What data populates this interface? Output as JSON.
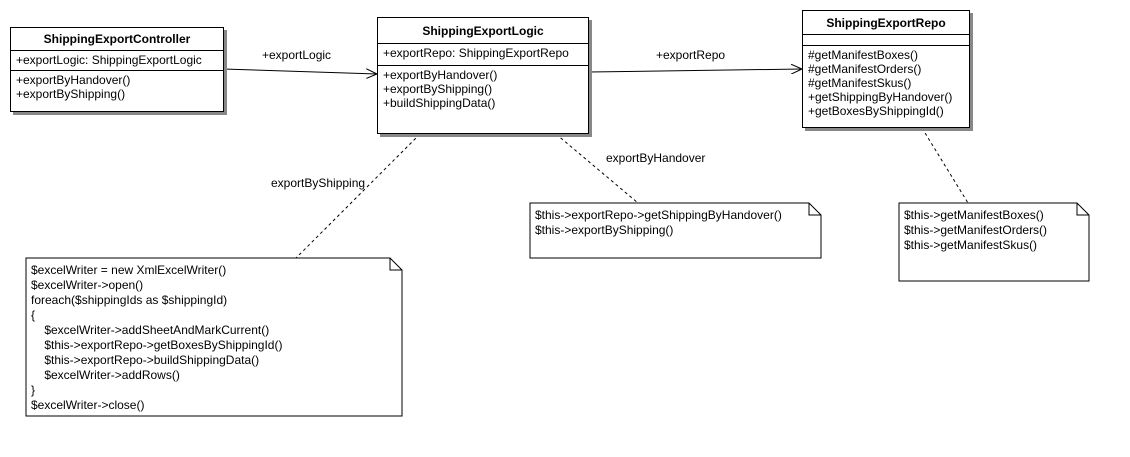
{
  "classes": {
    "controller": {
      "name": "ShippingExportController",
      "attributes": [
        "+exportLogic: ShippingExportLogic"
      ],
      "operations": [
        "+exportByHandover()",
        "+exportByShipping()"
      ]
    },
    "logic": {
      "name": "ShippingExportLogic",
      "attributes": [
        "+exportRepo: ShippingExportRepo"
      ],
      "operations": [
        "+exportByHandover()",
        "+exportByShipping()",
        "+buildShippingData()"
      ]
    },
    "repo": {
      "name": "ShippingExportRepo",
      "attributes": [],
      "operations": [
        "#getManifestBoxes()",
        "#getManifestOrders()",
        "#getManifestSkus()",
        "+getShippingByHandover()",
        "+getBoxesByShippingId()"
      ]
    }
  },
  "associations": {
    "controller_to_logic": "+exportLogic",
    "logic_to_repo": "+exportRepo"
  },
  "notes": {
    "export_by_shipping": {
      "label": "exportByShipping",
      "lines": [
        "$excelWriter = new XmlExcelWriter()",
        "$excelWriter->open()",
        "foreach($shippingIds as $shippingId)",
        "{",
        "    $excelWriter->addSheetAndMarkCurrent()",
        "    $this->exportRepo->getBoxesByShippingId()",
        "    $this->exportRepo->buildShippingData()",
        "    $excelWriter->addRows()",
        "}",
        "$excelWriter->close()"
      ]
    },
    "export_by_handover": {
      "label": "exportByHandover",
      "lines": [
        "$this->exportRepo->getShippingByHandover()",
        "$this->exportByShipping()"
      ]
    },
    "repo_note": {
      "lines": [
        "$this->getManifestBoxes()",
        "$this->getManifestOrders()",
        "$this->getManifestSkus()"
      ]
    }
  }
}
